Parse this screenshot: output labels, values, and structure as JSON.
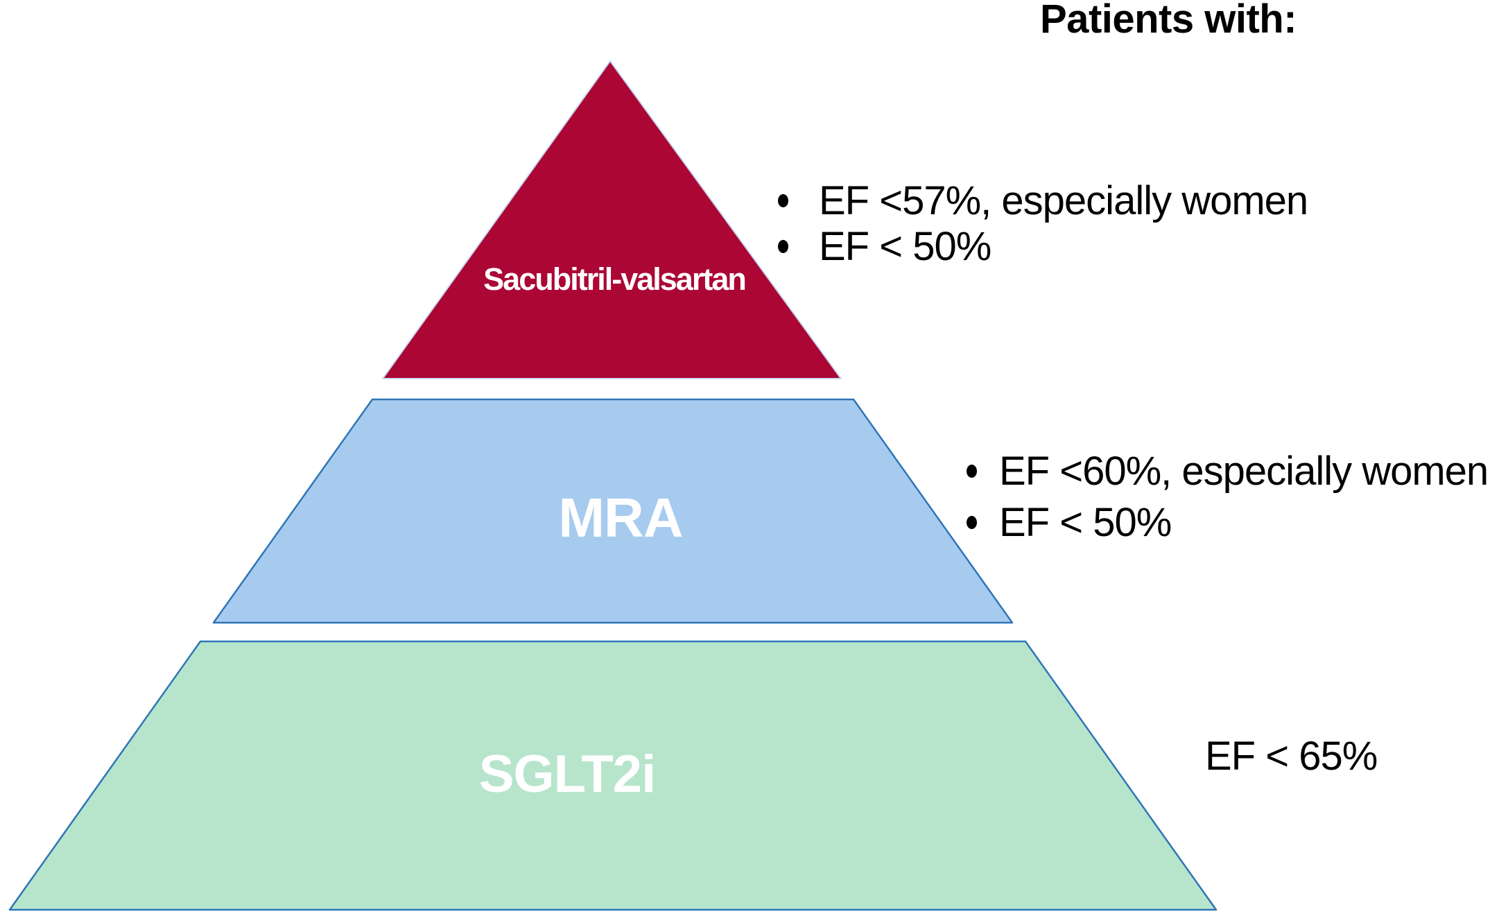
{
  "header": {
    "title": "Patients with:"
  },
  "pyramid": {
    "tiers": [
      {
        "id": "tier-1",
        "label": "Sacubitril-valsartan",
        "fill": "#AB0634",
        "stroke": "#c7dbf2"
      },
      {
        "id": "tier-2",
        "label": "MRA",
        "fill": "#A7CBEF",
        "stroke": "#2E75B6"
      },
      {
        "id": "tier-3",
        "label": "SGLT2i",
        "fill": "#B7E5CC",
        "stroke": "#2E75B6"
      }
    ],
    "label_color": "#FFFFFF"
  },
  "annotations": {
    "tier1": {
      "bullets": [
        "EF <57%, especially women",
        "EF < 50%"
      ]
    },
    "tier2": {
      "bullets": [
        "EF <60%, especially women",
        "EF < 50%"
      ]
    },
    "tier3": {
      "text": "EF < 65%"
    }
  },
  "icons": {
    "bullet": "filled-circle"
  },
  "colors": {
    "background": "#FFFFFF",
    "annotation_text": "#000000",
    "trapezoid_border": "#2E75B6"
  }
}
